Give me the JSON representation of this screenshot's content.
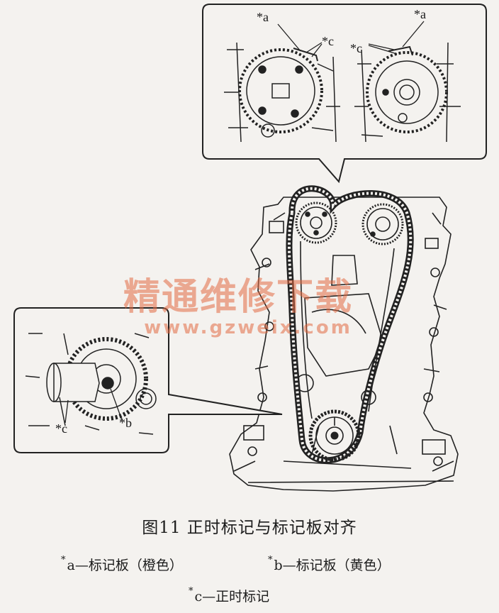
{
  "figure": {
    "callouts": {
      "top_left_a": "*a",
      "top_left_c": "*c",
      "top_right_a": "*a",
      "top_right_c": "*c",
      "bottom_c": "*c",
      "bottom_b": "*b"
    },
    "watermark": {
      "cn": "精通维修下载",
      "url": "www.gzweix.com"
    }
  },
  "caption": "图11 正时标记与标记板对齐",
  "legend": [
    {
      "mark": "*",
      "text": "a—标记板（橙色）"
    },
    {
      "mark": "*",
      "text": "b—标记板（黄色）"
    },
    {
      "mark": "*",
      "text": "c—正时标记"
    }
  ],
  "colors": {
    "paper": "#f4f2ef",
    "ink": "#1c1c1c",
    "watermark": "#e26a42"
  }
}
